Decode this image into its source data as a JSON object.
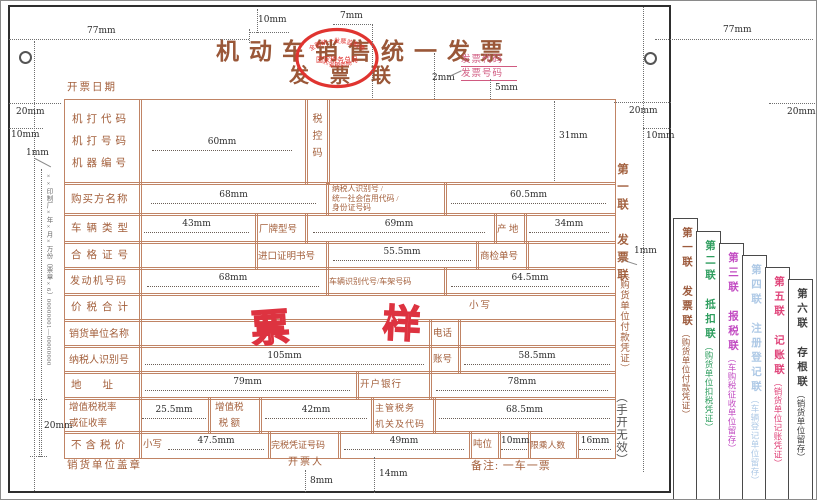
{
  "title": {
    "main": "机动车销售统一发票",
    "sub": "发票联"
  },
  "seal": {
    "top_arc": "全国统一发票监制章",
    "center": "国家税务总局",
    "bottom_arc": "××省税务局"
  },
  "header": {
    "date_label": "开票日期",
    "invoice_code_label": "发票代码",
    "invoice_number_label": "发票号码"
  },
  "specimen": {
    "left_char": "票",
    "right_char": "样"
  },
  "dims": {
    "d1": "1mm",
    "d2": "2mm",
    "d5": "5mm",
    "d7": "7mm",
    "d8": "8mm",
    "d10": "10mm",
    "d14": "14mm",
    "d16": "16mm",
    "d20": "20mm",
    "d25_5": "25.5mm",
    "d31": "31mm",
    "d34": "34mm",
    "d42": "42mm",
    "d43": "43mm",
    "d47_5": "47.5mm",
    "d49": "49mm",
    "d55_5": "55.5mm",
    "d58_5": "58.5mm",
    "d60": "60mm",
    "d60_5": "60.5mm",
    "d64_5": "64.5mm",
    "d68": "68mm",
    "d68_5": "68.5mm",
    "d69": "69mm",
    "d77": "77mm",
    "d78": "78mm",
    "d79": "79mm",
    "d105": "105mm"
  },
  "table": {
    "machine_print_code": "机打代码",
    "machine_print_number": "机打号码",
    "machine_id": "机器编号",
    "machine_block": "机打代码\n机打号码\n机器编号",
    "tax_control_code": "税控码",
    "buyer_name": "购买方名称",
    "buyer_id_lines": "纳税人识别号 /\n统一社会信用代码 /\n身份证号码",
    "vehicle_type": "车辆类型",
    "brand_model": "厂牌型号",
    "origin": "产 地",
    "certificate_no": "合格证号",
    "import_cert_no": "进口证明书号",
    "inspection_no": "商检单号",
    "engine_no": "发动机号码",
    "vin": "车辆识别代号/车架号码",
    "total_with_tax": "价税合计",
    "in_figures": "小写",
    "seller_name": "销货单位名称",
    "phone": "电话",
    "seller_tax_id": "纳税人识别号",
    "account_no": "账号",
    "address": "地　　址",
    "bank": "开户银行",
    "vat_rate": "增值税税率\n或征收率",
    "vat_amount": "增值税\n税 额",
    "tax_authority": "主管税务\n机关及代码",
    "price_excl_tax": "不含税价",
    "tax_paid_cert_no": "完税凭证号码",
    "tonnage": "吨位",
    "passenger_limit": "限乘人数"
  },
  "footer": {
    "seller_stamp": "销货单位盖章",
    "drawer": "开票人",
    "remark": "备注: 一车一票"
  },
  "side_notes": {
    "first_copy": "第一联 发票联",
    "first_copy_purpose": "（购货单位付款凭证）",
    "handwritten_invalid": "（手开无效）",
    "printer_imprint": "××印制厂×年×月×万份（票章×6）00000001—00000000"
  },
  "copies": [
    {
      "main": "第一联 发票联",
      "sub": "（购货单位付款凭证）",
      "color": "#9c5a3c"
    },
    {
      "main": "第二联 抵扣联",
      "sub": "（购货单位扣税凭证）",
      "color": "#2f9e5f"
    },
    {
      "main": "第三联 报税联",
      "sub": "（车购税征收单位留存）",
      "color": "#c24bc2"
    },
    {
      "main": "第四联 注册登记联",
      "sub": "（车辆登记单位留存）",
      "color": "#aec9e6"
    },
    {
      "main": "第五联 记账联",
      "sub": "（销货单位记账凭证）",
      "color": "#e0447a"
    },
    {
      "main": "第六联 存根联",
      "sub": "（销货单位留存）",
      "color": "#3f3f3f"
    }
  ],
  "colors": {
    "frame": "#2e2e2e",
    "table_border": "#c08465",
    "label_text": "#a35f3b",
    "title_text": "#9a5738",
    "seal_red": "#e03430",
    "code_pink": "#d05a80",
    "specimen_red": "#dd3340",
    "dim_text": "#2b2b2b"
  }
}
